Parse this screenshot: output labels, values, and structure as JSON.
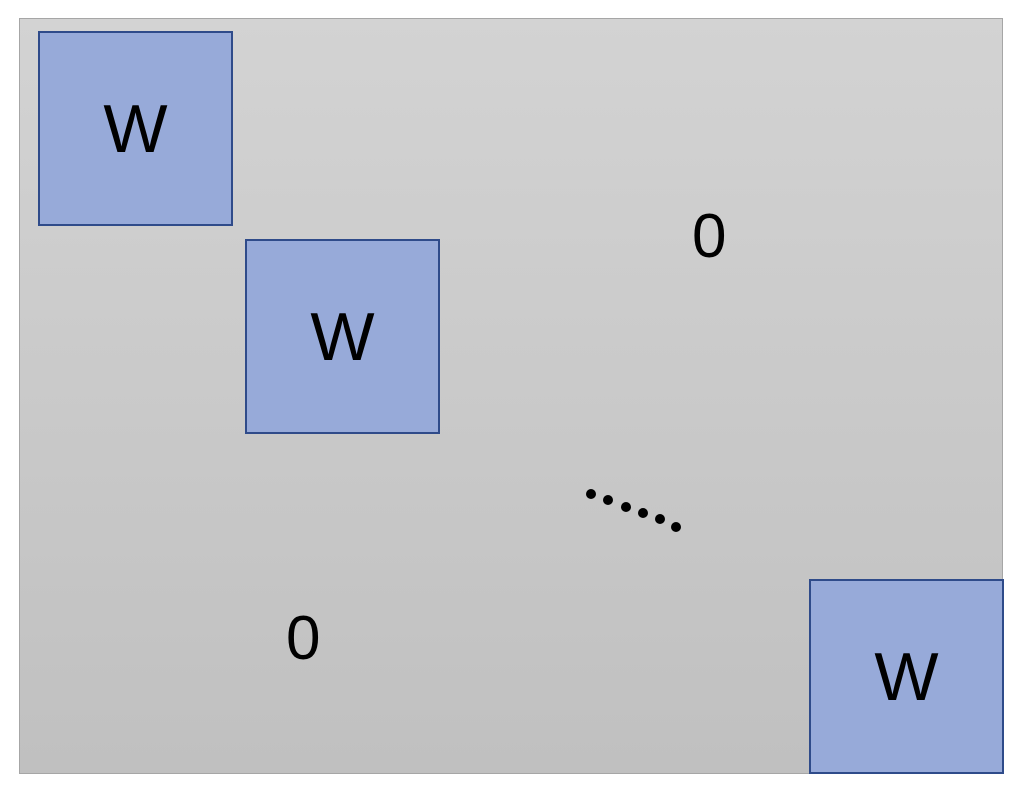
{
  "colors": {
    "block_fill": "#97aad9",
    "block_border": "#2f4b8a",
    "background_top": "#d3d3d3",
    "background_bottom": "#c0c0c0"
  },
  "diagram": {
    "diagonal_blocks": [
      {
        "label": "W"
      },
      {
        "label": "W"
      },
      {
        "label": "W"
      }
    ],
    "off_diagonal": {
      "upper_zero": "0",
      "lower_zero": "0"
    },
    "ellipsis": "……"
  }
}
